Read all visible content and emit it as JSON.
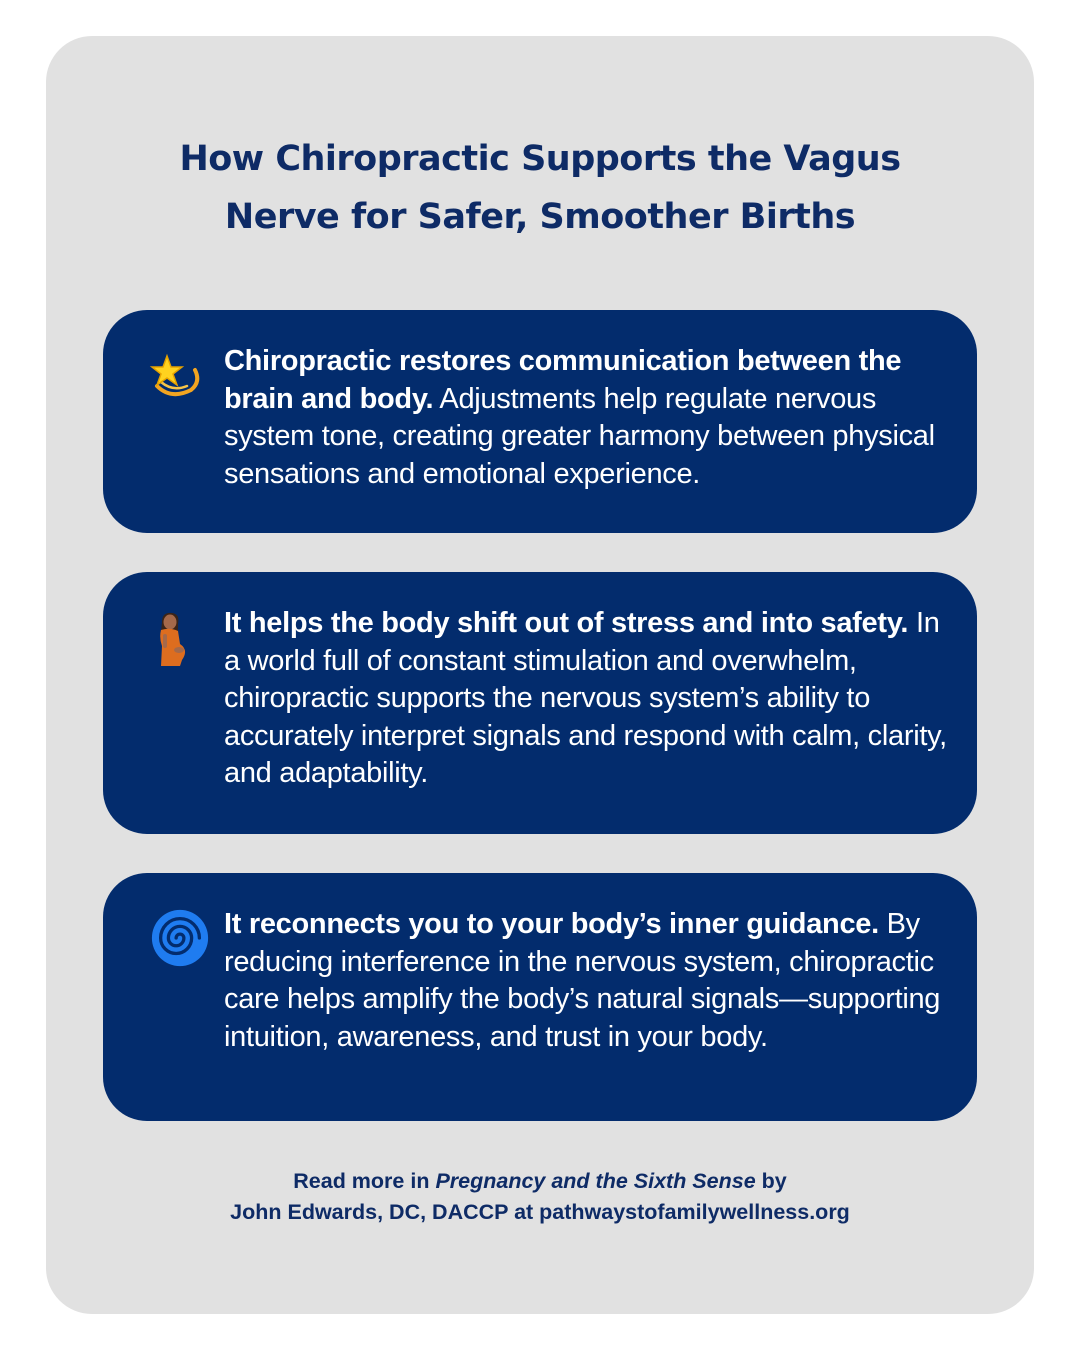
{
  "title": {
    "line1": "How Chiropractic Supports the Vagus",
    "line2": "Nerve for Safer, Smoother Births"
  },
  "items": [
    {
      "icon": "dizzy-star-icon",
      "lead": "Chiropractic restores communication between the brain and body.",
      "body": "Adjustments help regulate nervous system tone, creating greater harmony between physical sensations and emotional experience."
    },
    {
      "icon": "pregnant-woman-icon",
      "lead": "It helps the body shift out of stress and into safety.",
      "body": "In a world full of constant stimulation and overwhelm, chiropractic supports the nervous system’s ability to accurately interpret signals and respond with calm, clarity, and adaptability."
    },
    {
      "icon": "cyclone-icon",
      "lead": "It reconnects you to your body’s inner guidance.",
      "body": "By reducing interference in the nervous system, chiropractic care helps amplify the body’s natural signals—supporting intuition, awareness, and trust in your body."
    }
  ],
  "footer": {
    "prefix": "Read more in",
    "book": "Pregnancy and the Sixth Sense",
    "by": "by",
    "line2": "John Edwards, DC, DACCP at pathwaystofamilywellness.org"
  },
  "colors": {
    "background": "#e1e1e1",
    "card_blue": "#032c6d",
    "title_navy": "#0e2b66"
  }
}
